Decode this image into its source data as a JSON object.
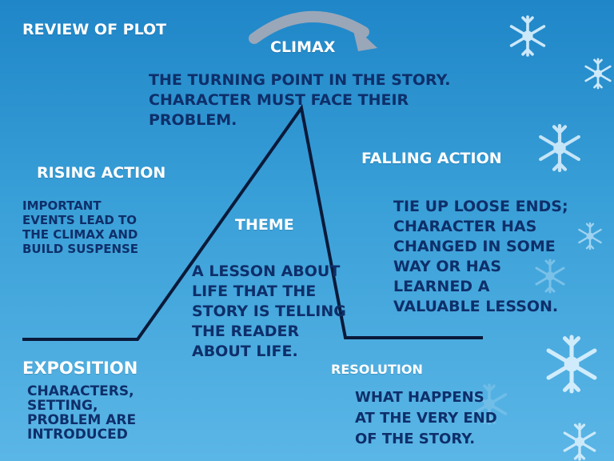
{
  "slide": {
    "title": "REVIEW OF PLOT",
    "climax": {
      "heading": "CLIMAX",
      "text": "THE TURNING POINT IN THE STORY.\nCHARACTER MUST FACE THEIR\nPROBLEM."
    },
    "rising_action": {
      "heading": "RISING ACTION",
      "text": "IMPORTANT\nEVENTS LEAD TO\nTHE CLIMAX AND\nBUILD SUSPENSE"
    },
    "falling_action": {
      "heading": "FALLING ACTION",
      "text": "TIE UP LOOSE ENDS;\nCHARACTER HAS\nCHANGED IN SOME\nWAY OR HAS\nLEARNED A\nVALUABLE LESSON."
    },
    "theme": {
      "heading": "THEME",
      "text": "A LESSON ABOUT\nLIFE THAT THE\nSTORY IS TELLING\nTHE READER\nABOUT LIFE."
    },
    "exposition": {
      "heading": "EXPOSITION",
      "text": "CHARACTERS,\nSETTING,\nPROBLEM ARE\nINTRODUCED"
    },
    "resolution": {
      "heading": "RESOLUTION",
      "text": "WHAT HAPPENS\nAT THE VERY END\nOF THE STORY."
    }
  },
  "colors": {
    "background_top": "#1f86c8",
    "background_bottom": "#5bb6e6",
    "heading_text": "#ffffff",
    "body_text": "#0e2f6a",
    "plot_line": "#0a1a3a",
    "arrow": "#9aa7b8"
  },
  "icons": [
    "snowflake-icon",
    "curved-arrow-icon"
  ]
}
